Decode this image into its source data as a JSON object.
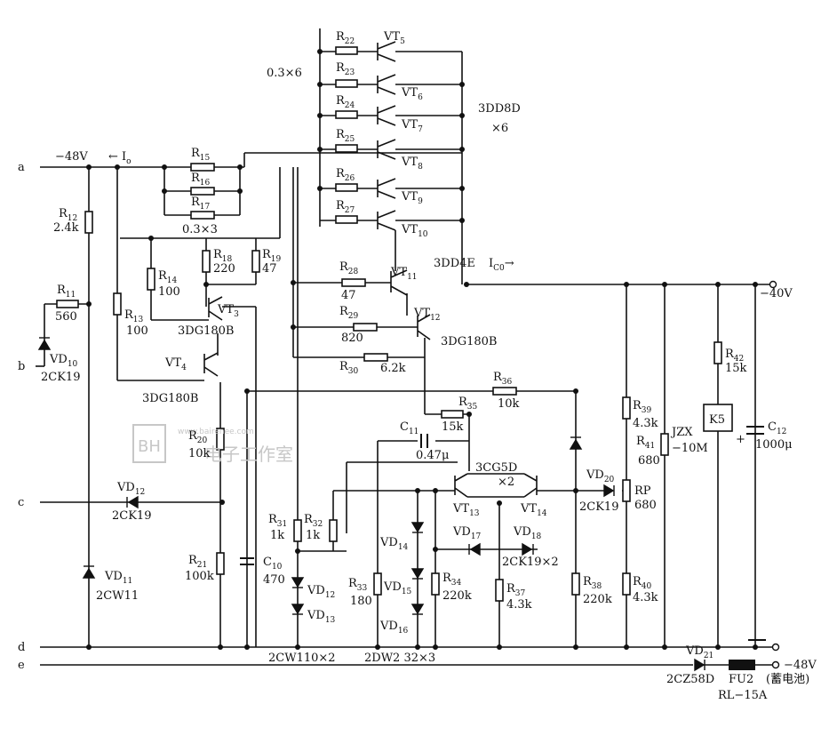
{
  "terminals": {
    "a": "a",
    "b": "b",
    "c": "c",
    "d": "d",
    "e": "e"
  },
  "rails": {
    "neg48": "−48V",
    "io": "← I",
    "io_sub": "o",
    "neg40": "−40V",
    "neg48_right": "−48V",
    "battery": "(蓄电池)",
    "ic0": "I",
    "ic0_sub": "C0",
    "ic0_arrow": "→"
  },
  "notes": {
    "r_parallel_left": "0.3×3",
    "r_parallel_top": "0.3×6",
    "vt_group": "3DD8D",
    "vt_group_count": "×6",
    "vt11_type": "3DD4E",
    "vd12_13_note": "2CW110×2",
    "vd14_16_note": "2DW2 32×3",
    "vd17_18_note": "2CK19×2",
    "dual_transistor": "3CG5D",
    "dual_count": "×2"
  },
  "resistors": [
    {
      "name": "R",
      "sub": "22"
    },
    {
      "name": "R",
      "sub": "23"
    },
    {
      "name": "R",
      "sub": "24"
    },
    {
      "name": "R",
      "sub": "25"
    },
    {
      "name": "R",
      "sub": "26"
    },
    {
      "name": "R",
      "sub": "27"
    },
    {
      "name": "R",
      "sub": "15"
    },
    {
      "name": "R",
      "sub": "16"
    },
    {
      "name": "R",
      "sub": "17"
    },
    {
      "name": "R",
      "sub": "12",
      "value": "2.4k"
    },
    {
      "name": "R",
      "sub": "11",
      "value": "560"
    },
    {
      "name": "R",
      "sub": "13",
      "value": "100"
    },
    {
      "name": "R",
      "sub": "14",
      "value": "100"
    },
    {
      "name": "R",
      "sub": "18",
      "value": "220"
    },
    {
      "name": "R",
      "sub": "19",
      "value": "47"
    },
    {
      "name": "R",
      "sub": "28",
      "value": "47"
    },
    {
      "name": "R",
      "sub": "29",
      "value": "820"
    },
    {
      "name": "R",
      "sub": "30",
      "value": "6.2k"
    },
    {
      "name": "R",
      "sub": "36",
      "value": "10k"
    },
    {
      "name": "R",
      "sub": "35",
      "value": "15k"
    },
    {
      "name": "R",
      "sub": "20",
      "value": "10k"
    },
    {
      "name": "R",
      "sub": "21",
      "value": "100k"
    },
    {
      "name": "R",
      "sub": "31",
      "value": "1k"
    },
    {
      "name": "R",
      "sub": "32",
      "value": "1k"
    },
    {
      "name": "R",
      "sub": "33",
      "value": "180"
    },
    {
      "name": "R",
      "sub": "34",
      "value": "220k"
    },
    {
      "name": "R",
      "sub": "37",
      "value": "4.3k"
    },
    {
      "name": "R",
      "sub": "38",
      "value": "220k"
    },
    {
      "name": "R",
      "sub": "39",
      "value": "4.3k"
    },
    {
      "name": "R",
      "sub": "40",
      "value": "4.3k"
    },
    {
      "name": "R",
      "sub": "41",
      "value": "680"
    },
    {
      "name": "R",
      "sub": "42",
      "value": "15k"
    }
  ],
  "transistors": [
    {
      "name": "VT",
      "sub": "3",
      "type": "3DG180B"
    },
    {
      "name": "VT",
      "sub": "4",
      "type": "3DG180B"
    },
    {
      "name": "VT",
      "sub": "5"
    },
    {
      "name": "VT",
      "sub": "6"
    },
    {
      "name": "VT",
      "sub": "7"
    },
    {
      "name": "VT",
      "sub": "8"
    },
    {
      "name": "VT",
      "sub": "9"
    },
    {
      "name": "VT",
      "sub": "10"
    },
    {
      "name": "VT",
      "sub": "11"
    },
    {
      "name": "VT",
      "sub": "12",
      "type": "3DG180B"
    },
    {
      "name": "VT",
      "sub": "13"
    },
    {
      "name": "VT",
      "sub": "14"
    }
  ],
  "diodes": [
    {
      "name": "VD",
      "sub": "10",
      "type": "2CK19"
    },
    {
      "name": "VD",
      "sub": "11",
      "type": "2CW11"
    },
    {
      "name": "VD",
      "sub": "12",
      "type": "2CK19"
    },
    {
      "name": "VD",
      "sub": "12"
    },
    {
      "name": "VD",
      "sub": "13"
    },
    {
      "name": "VD",
      "sub": "14"
    },
    {
      "name": "VD",
      "sub": "15"
    },
    {
      "name": "VD",
      "sub": "16"
    },
    {
      "name": "VD",
      "sub": "17"
    },
    {
      "name": "VD",
      "sub": "18"
    },
    {
      "name": "VD",
      "sub": "20",
      "type": "2CK19"
    },
    {
      "name": "VD",
      "sub": "21",
      "type": "2CZ58D"
    }
  ],
  "capacitors": [
    {
      "name": "C",
      "sub": "10",
      "value": "470"
    },
    {
      "name": "C",
      "sub": "11",
      "value": "0.47μ"
    },
    {
      "name": "C",
      "sub": "12",
      "value": "1000μ"
    }
  ],
  "others": {
    "rp": "RP",
    "rp_value": "680",
    "jzx": "JZX",
    "jzx_value": "−10M",
    "relay": "K5",
    "fuse": "FU2",
    "fuse_type": "RL−15A"
  },
  "watermark": {
    "logo": "BH",
    "text": "电子工作室",
    "url": "www.bairenee.com"
  }
}
